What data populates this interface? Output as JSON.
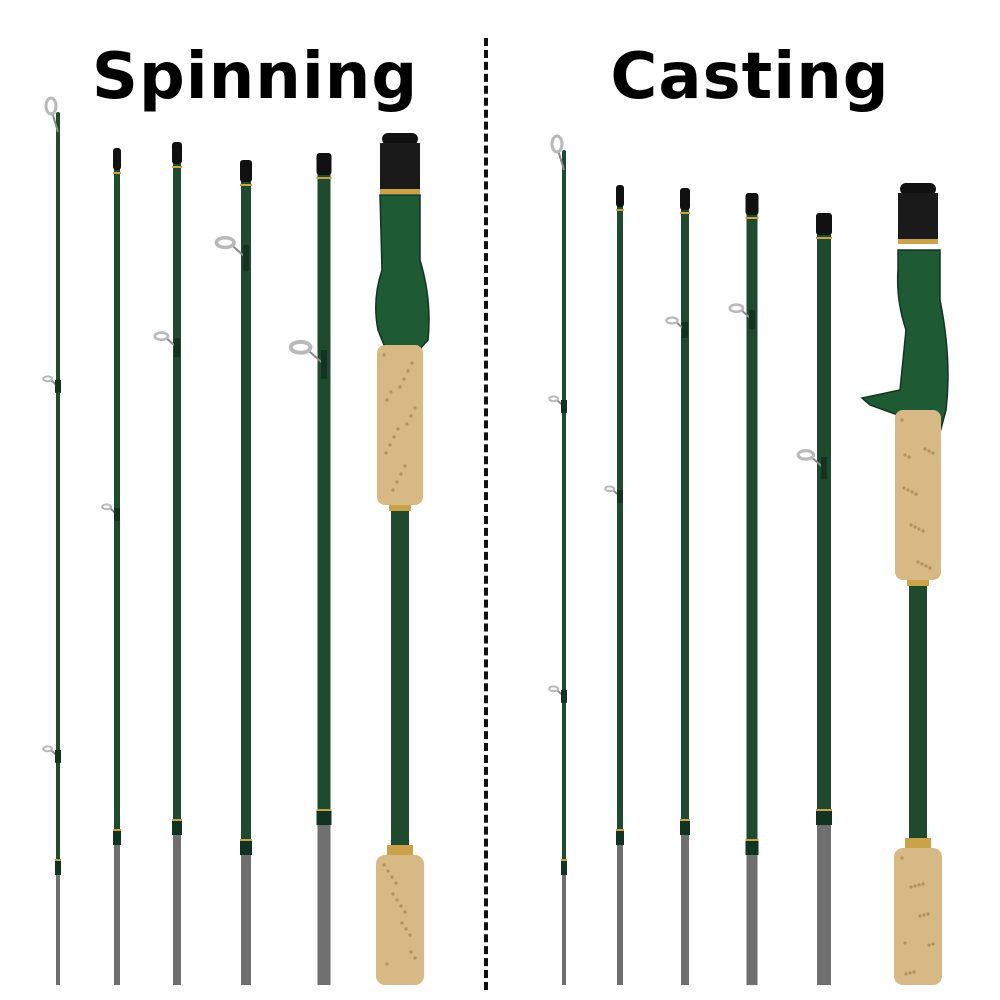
{
  "headings": {
    "spinning": "Spinning",
    "casting": "Casting"
  },
  "colors": {
    "blank": "#1f4a2e",
    "blank_dark": "#123322",
    "wrap": "#c9a24a",
    "cork": "#d7b985",
    "cork_spot": "#b58f58",
    "reel_seat": "#1e5b34",
    "carbon_butt": "#6f6f6f",
    "guide_ring": "#b9b9b9",
    "divider": "#111111"
  },
  "sets": [
    {
      "name": "spinning",
      "sections": [
        "tip",
        "section-2",
        "section-3",
        "section-4",
        "section-5",
        "handle"
      ]
    },
    {
      "name": "casting",
      "sections": [
        "tip",
        "section-2",
        "section-3",
        "section-4",
        "section-5",
        "handle"
      ]
    }
  ]
}
